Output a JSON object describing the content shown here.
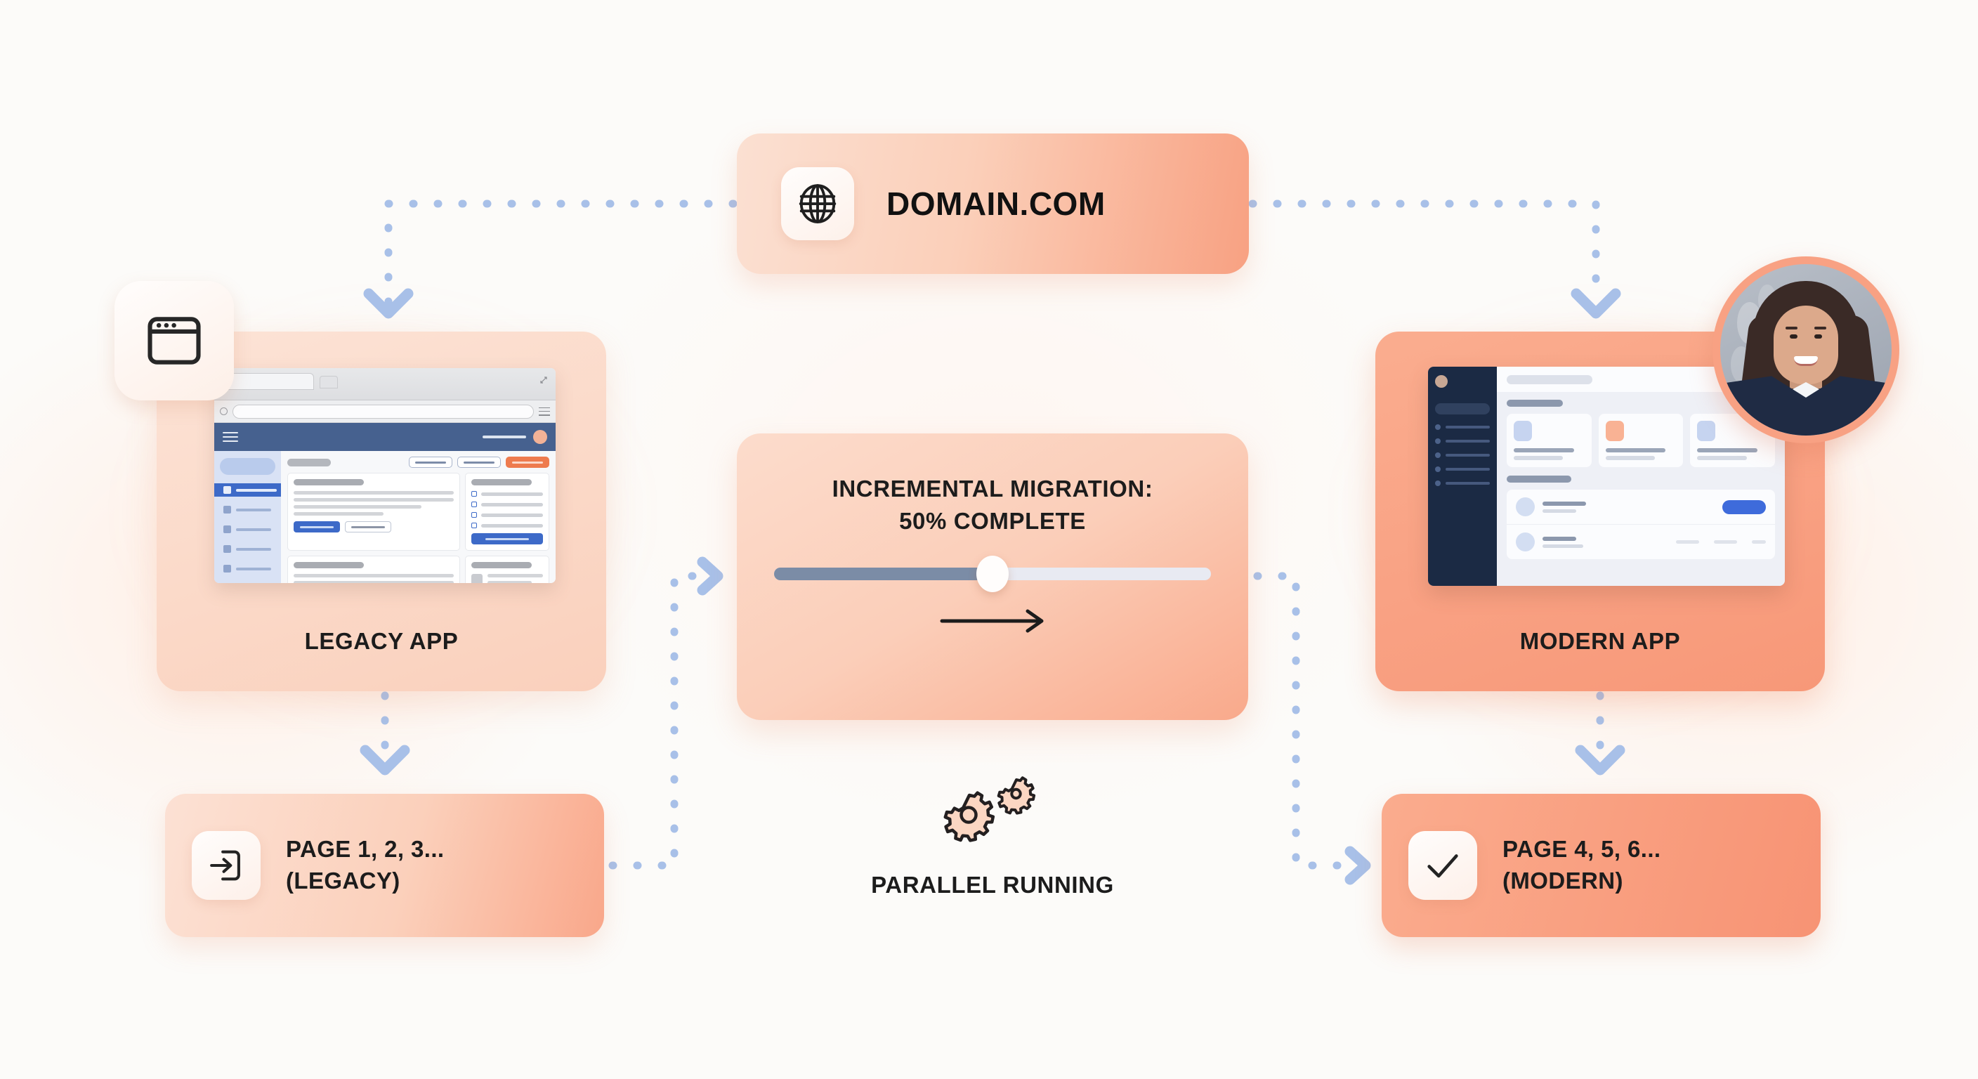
{
  "domain": {
    "title": "DOMAIN.COM",
    "icon": "globe-icon"
  },
  "legacy": {
    "caption": "LEGACY APP",
    "badge_icon": "browser-window-icon"
  },
  "modern": {
    "caption": "MODERN APP",
    "avatar_alt": "user-avatar"
  },
  "migration": {
    "title_line1": "INCREMENTAL MIGRATION:",
    "title_line2": "50% COMPLETE",
    "progress_percent": 50,
    "arrow_icon": "arrow-right-icon",
    "track_color": "#E8EAF2",
    "fill_color": "#7B8CA6",
    "knob_color": "#FFFDFC"
  },
  "parallel": {
    "label": "PARALLEL RUNNING",
    "icon": "gears-icon"
  },
  "page_legacy": {
    "line1": "PAGE 1, 2, 3...",
    "line2": "(LEGACY)",
    "icon": "login-enter-icon"
  },
  "page_modern": {
    "line1": "PAGE 4, 5, 6...",
    "line2": "(MODERN)",
    "icon": "check-icon"
  },
  "colors": {
    "background": "#FCFBF9",
    "accent_salmon": "#F9A184",
    "accent_peach_light": "#FBDCCE",
    "connector_blue": "#A8C0E8",
    "legacy_nav_blue": "#46618F",
    "legacy_accent_blue": "#3D6AC8",
    "legacy_accent_orange": "#EE7B4E",
    "modern_sidebar_navy": "#1B2A44",
    "modern_button_blue": "#3E6BDB"
  },
  "connectors": [
    {
      "name": "domain-to-legacy",
      "from": "domain",
      "to": "legacy",
      "style": "dotted",
      "arrow": "down"
    },
    {
      "name": "domain-to-modern",
      "from": "domain",
      "to": "modern",
      "style": "dotted",
      "arrow": "down"
    },
    {
      "name": "legacy-to-page-legacy",
      "from": "legacy",
      "to": "page_legacy",
      "style": "dotted",
      "arrow": "down"
    },
    {
      "name": "modern-to-page-modern",
      "from": "modern",
      "to": "page_modern",
      "style": "dotted",
      "arrow": "down"
    },
    {
      "name": "page-legacy-to-migration",
      "from": "page_legacy",
      "to": "migration",
      "style": "dotted",
      "arrow": "right"
    },
    {
      "name": "migration-to-page-modern",
      "from": "migration",
      "to": "page_modern",
      "style": "dotted",
      "arrow": "right"
    }
  ]
}
